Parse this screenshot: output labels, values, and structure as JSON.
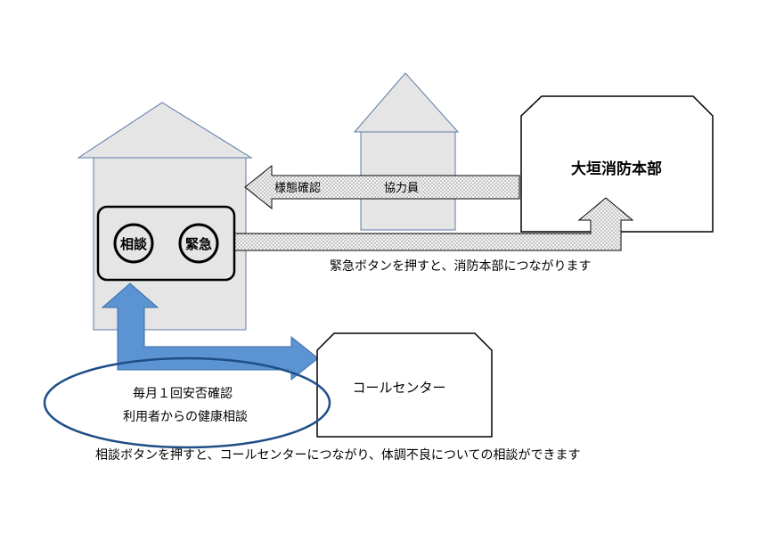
{
  "labels": {
    "fire_hq": "大垣消防本部",
    "consult_button": "相談",
    "emergency_button": "緊急",
    "status_check": "様態確認",
    "cooperator": "協力員",
    "emergency_note": "緊急ボタンを押すと、消防本部につながります",
    "call_center": "コールセンター",
    "monthly_check": "毎月１回安否確認",
    "health_consult": "利用者からの健康相談",
    "consult_note": "相談ボタンを押すと、コールセンターにつながり、体調不良についての相談ができます"
  },
  "colors": {
    "house_fill": "#e5e5e5",
    "house_stroke": "#5b7aa6",
    "blue_arrow": "#5b93d3",
    "ellipse_stroke": "#1f4e87",
    "dotted_arrow": "#f2f2f2"
  }
}
